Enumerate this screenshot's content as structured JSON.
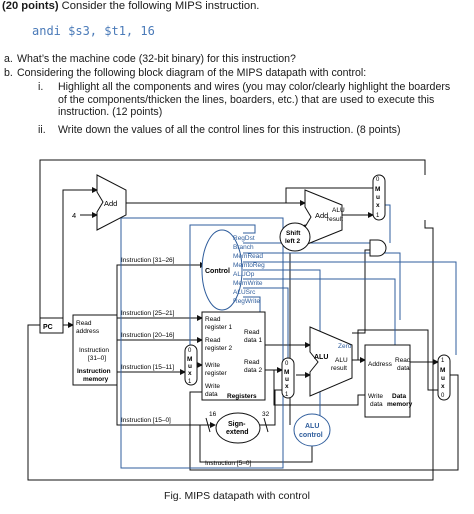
{
  "question": {
    "points": "(20 points)",
    "prompt": "Consider the following MIPS instruction.",
    "code": "andi $s3, $t1, 16",
    "parts": [
      {
        "label": "a.",
        "text": "What’s the machine code (32-bit binary) for this instruction?"
      },
      {
        "label": "b.",
        "text": "Considering the following block diagram of the MIPS datapath with control:"
      }
    ],
    "subparts": [
      {
        "label": "i.",
        "text": "Highlight all the components and wires (you may color/clearly highlight the boarders of the components/thicken the lines, boarders, etc.) that are used to execute this instruction. (12 points)"
      },
      {
        "label": "ii.",
        "text": "Write down the values of all the control lines for this instruction. (8 points)"
      }
    ]
  },
  "diagram": {
    "add_pc": "Add",
    "add_branch": "Add",
    "four": "4",
    "alu_result_top": "ALU",
    "alu_result_bottom": "result",
    "shift": [
      "Shift",
      "left 2"
    ],
    "control": "Control",
    "control_signals": [
      "RegDst",
      "Branch",
      "MemRead",
      "MemtoReg",
      "ALUOp",
      "MemWrite",
      "ALUSrc",
      "RegWrite"
    ],
    "pc": "PC",
    "imem": {
      "read_address": [
        "Read",
        "address"
      ],
      "instruction": [
        "Instruction",
        "[31–0]"
      ],
      "title": [
        "Instruction",
        "memory"
      ]
    },
    "fields": {
      "op": "Instruction [31–26]",
      "rs": "Instruction [25–21]",
      "rt": "Instruction [20–16]",
      "rd": "Instruction [15–11]",
      "imm": "Instruction [15–0]",
      "funct": "Instruction [5–0]"
    },
    "registers": {
      "read_reg1": [
        "Read",
        "register 1"
      ],
      "read_reg2": [
        "Read",
        "register 2"
      ],
      "write_reg": [
        "Write",
        "register"
      ],
      "write_data": [
        "Write",
        "data"
      ],
      "read_data1": [
        "Read",
        "data 1"
      ],
      "read_data2": [
        "Read",
        "data 2"
      ],
      "title": "Registers"
    },
    "alu": {
      "zero": "Zero",
      "alu": "ALU",
      "result": [
        "ALU",
        "result"
      ]
    },
    "dmem": {
      "address": "Address",
      "read_data": [
        "Read",
        "data"
      ],
      "write_data": [
        "Write",
        "data"
      ],
      "title": [
        "Data",
        "memory"
      ]
    },
    "sign_extend": [
      "Sign-",
      "extend"
    ],
    "width_in": "16",
    "width_out": "32",
    "alu_control": [
      "ALU",
      "control"
    ],
    "mux": [
      "M",
      "u",
      "x"
    ],
    "mux_zero": "0",
    "mux_one": "1"
  },
  "caption": "Fig. MIPS datapath with control"
}
